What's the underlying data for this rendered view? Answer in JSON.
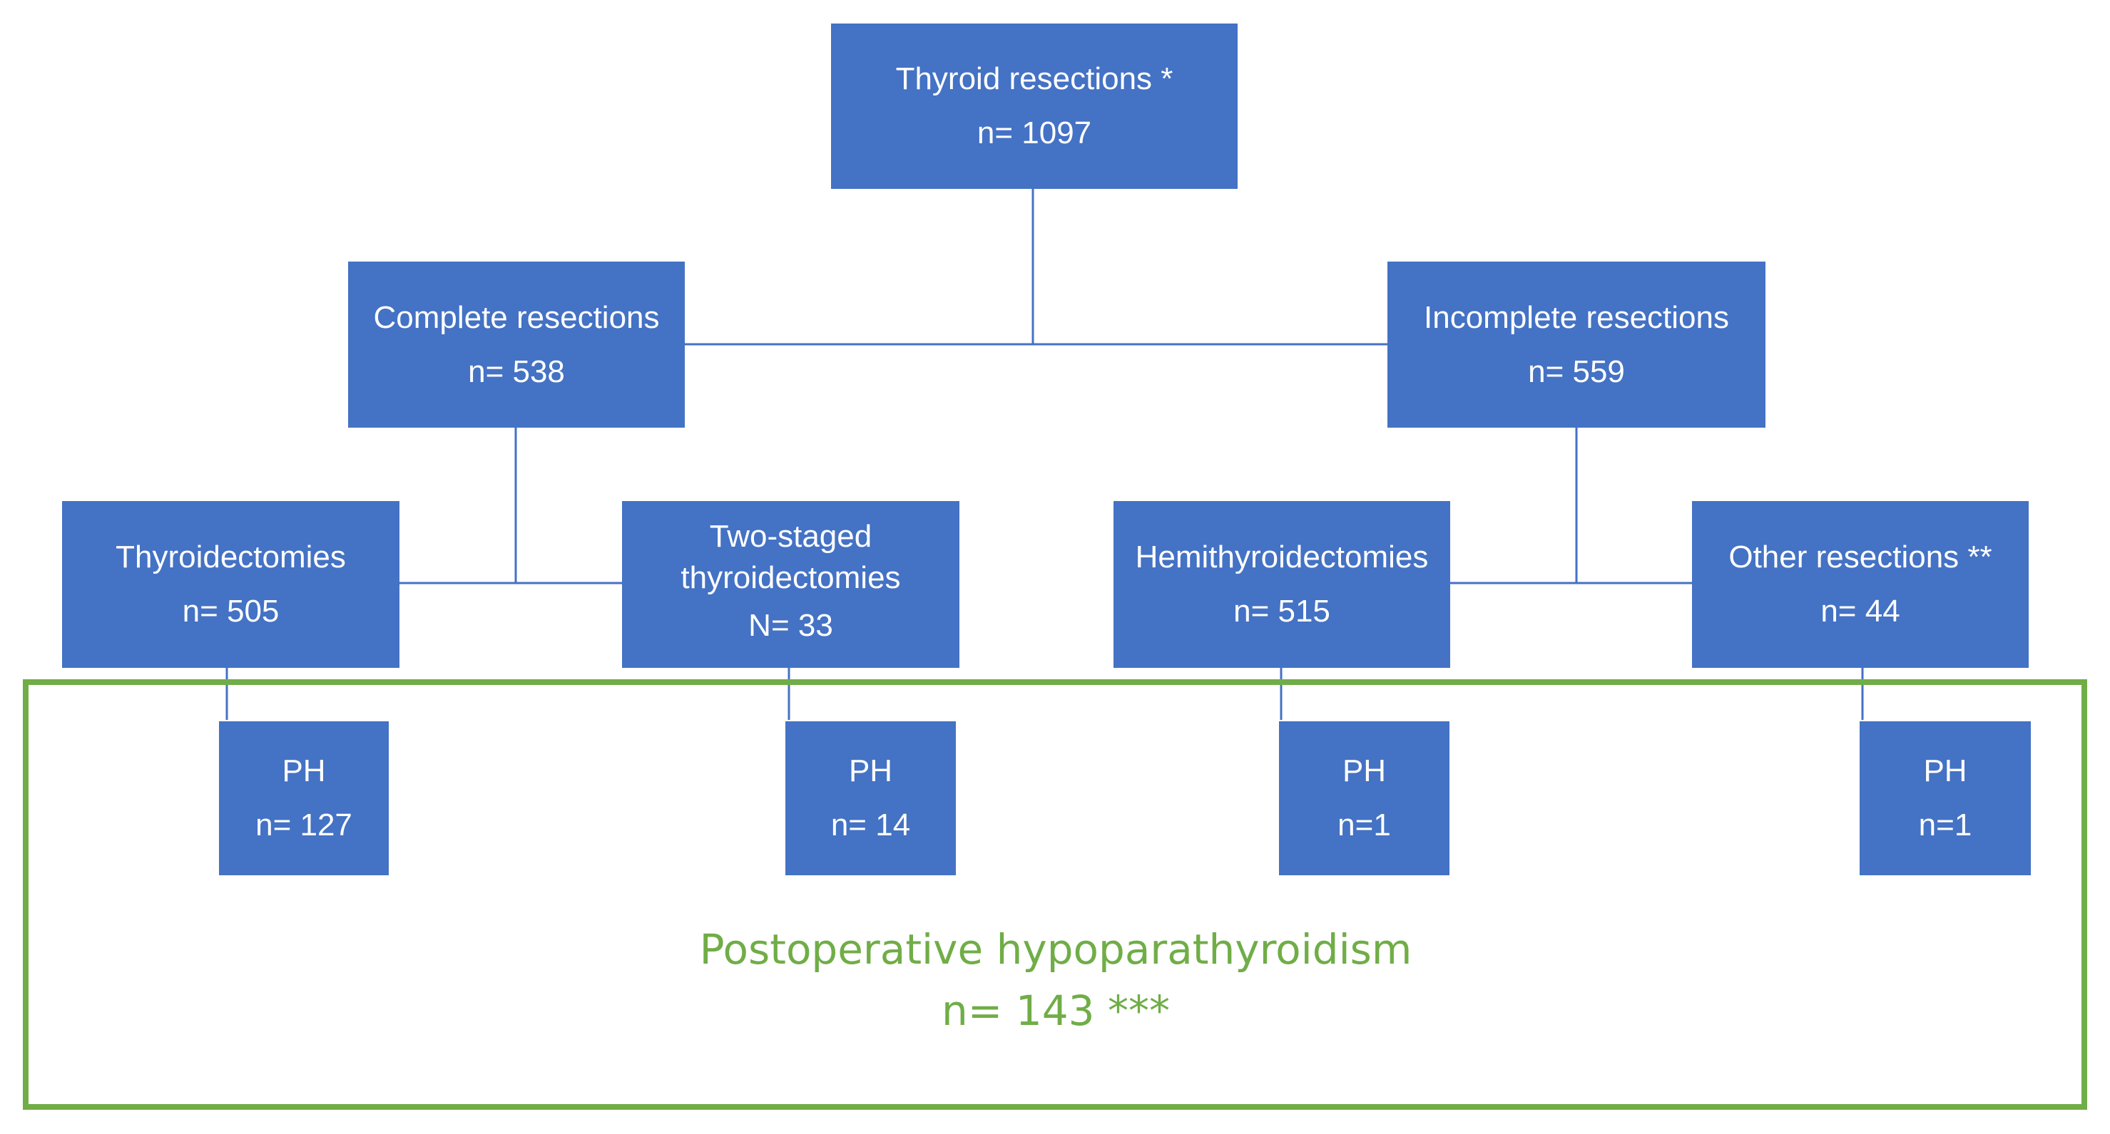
{
  "colors": {
    "box_fill": "#4472c4",
    "box_text": "#ffffff",
    "connector": "#4472c4",
    "ph_group_border": "#70ad47",
    "ph_group_text": "#70ad47"
  },
  "nodes": {
    "root": {
      "title": "Thyroid resections *",
      "count": "n= 1097"
    },
    "complete": {
      "title": "Complete resections",
      "count": "n= 538"
    },
    "incomplete": {
      "title": "Incomplete resections",
      "count": "n= 559"
    },
    "thyroidectomies": {
      "title": "Thyroidectomies",
      "count": "n= 505"
    },
    "two_staged": {
      "title_line1": "Two-staged",
      "title_line2": "thyroidectomies",
      "count": "N= 33"
    },
    "hemithyroidectomies": {
      "title": "Hemithyroidectomies",
      "count": "n= 515"
    },
    "other": {
      "title": "Other resections **",
      "count": "n= 44"
    },
    "ph_thyroidectomies": {
      "title": "PH",
      "count": "n= 127"
    },
    "ph_two_staged": {
      "title": "PH",
      "count": "n= 14"
    },
    "ph_hemithyroidectomies": {
      "title": "PH",
      "count": "n=1"
    },
    "ph_other": {
      "title": "PH",
      "count": "n=1"
    }
  },
  "summary": {
    "title": "Postoperative hypoparathyroidism",
    "count": "n= 143 ***"
  }
}
